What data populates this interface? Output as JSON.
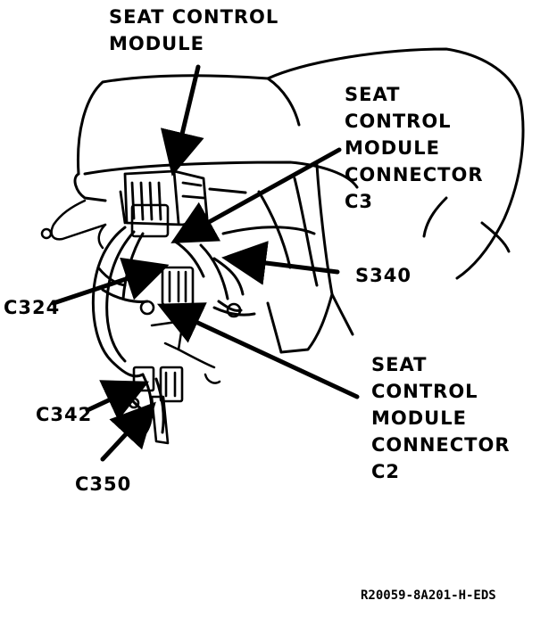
{
  "labels": {
    "module": [
      "SEAT CONTROL",
      "MODULE"
    ],
    "c3": [
      "SEAT",
      "CONTROL",
      "MODULE",
      "CONNECTOR",
      "C3"
    ],
    "c2": [
      "SEAT",
      "CONTROL",
      "MODULE",
      "CONNECTOR",
      "C2"
    ],
    "s340": "S340",
    "c324": "C324",
    "c342": "C342",
    "c350": "C350"
  },
  "figure_code": "R20059-8A201-H-EDS",
  "colors": {
    "ink": "#000000",
    "paper": "#ffffff"
  }
}
